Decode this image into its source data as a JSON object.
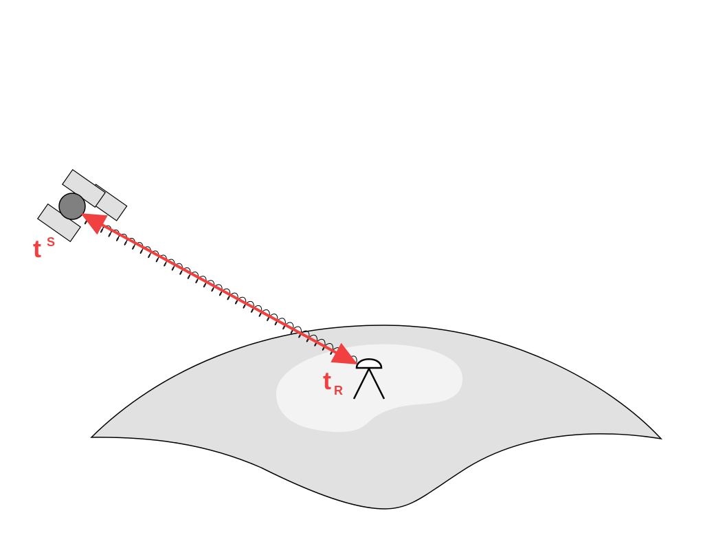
{
  "labels": {
    "satellite_time": {
      "main": "t",
      "script": "S"
    },
    "receiver_time": {
      "main": "t",
      "script": "R"
    }
  },
  "colors": {
    "signal_arrow": "#f04040",
    "earth_surface": "#e1e1e1",
    "highlight_region": "#f3f3f3",
    "satellite_body": "#808080",
    "solar_panel": "#e0e0e0",
    "outline": "#000000"
  },
  "icons": {
    "satellite": "satellite-icon",
    "receiver": "gnss-receiver-icon",
    "signal": "signal-wave"
  }
}
